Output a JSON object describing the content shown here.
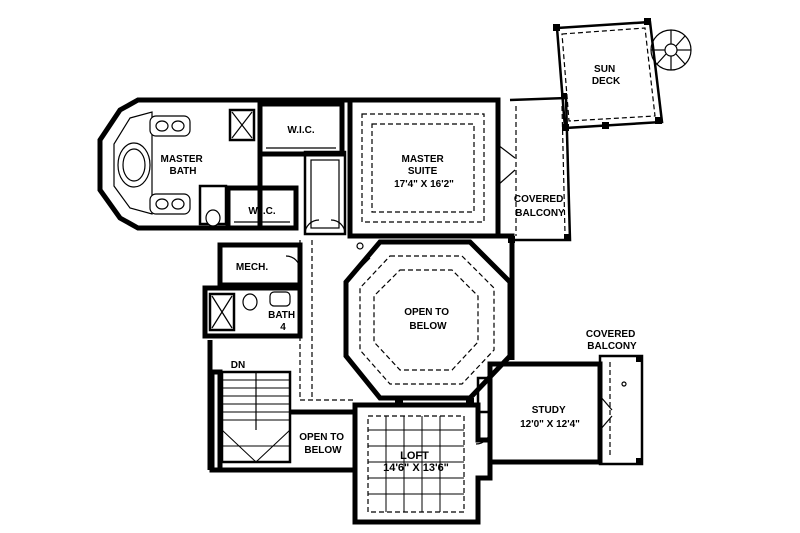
{
  "rooms": {
    "sun_deck": [
      "SUN",
      "DECK"
    ],
    "master_bath": [
      "MASTER",
      "BATH"
    ],
    "wic_top": "W.I.C.",
    "wic_lower": "W.I.C.",
    "master_suite": [
      "MASTER",
      "SUITE",
      "17'4\" X 16'2\""
    ],
    "covered_balcony_right": [
      "COVERED",
      "BALCONY"
    ],
    "mech": "MECH.",
    "open_to_below_center": [
      "OPEN TO",
      "BELOW"
    ],
    "bath4": [
      "BATH",
      "4"
    ],
    "covered_balcony_far": [
      "COVERED",
      "BALCONY"
    ],
    "dn": "DN",
    "study": [
      "STUDY",
      "12'0\" X 12'4\""
    ],
    "open_to_below_left": [
      "OPEN TO",
      "BELOW"
    ],
    "loft": [
      "LOFT",
      "14'6\" X 13'6\""
    ]
  }
}
